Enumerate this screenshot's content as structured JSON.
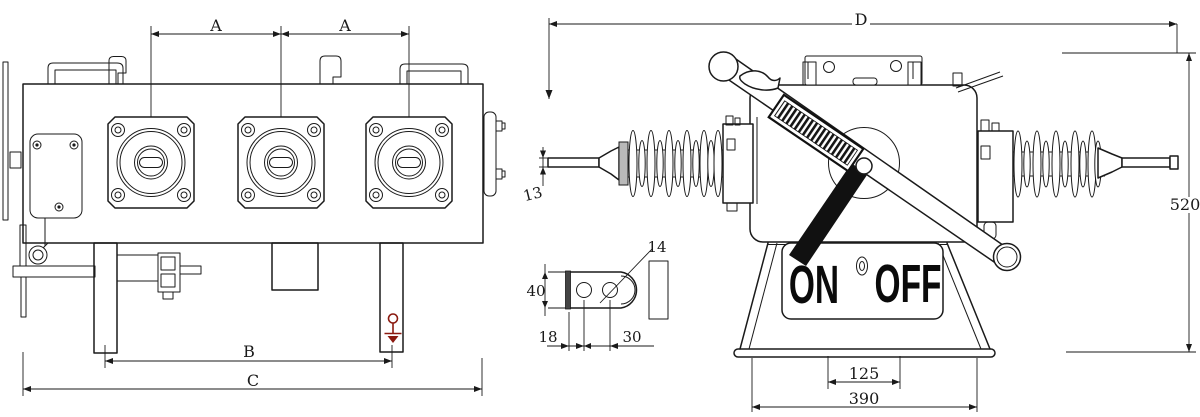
{
  "colors": {
    "line": "#1a1a1a",
    "ground": "#8b1a10",
    "background": "#ffffff"
  },
  "front_view": {
    "dim_a_left": "A",
    "dim_a_right": "A",
    "dim_b": "B",
    "dim_c": "C"
  },
  "side_view": {
    "dim_d": "D",
    "dim_terminal_13": "13",
    "dim_height_520": "520",
    "dim_base_inner_125": "125",
    "dim_base_outer_390": "390",
    "label_on": "ON",
    "label_off": "OFF"
  },
  "pad_detail": {
    "dim_width_40": "40",
    "dim_hole_14": "14",
    "dim_edge_18": "18",
    "dim_pitch_30": "30"
  }
}
